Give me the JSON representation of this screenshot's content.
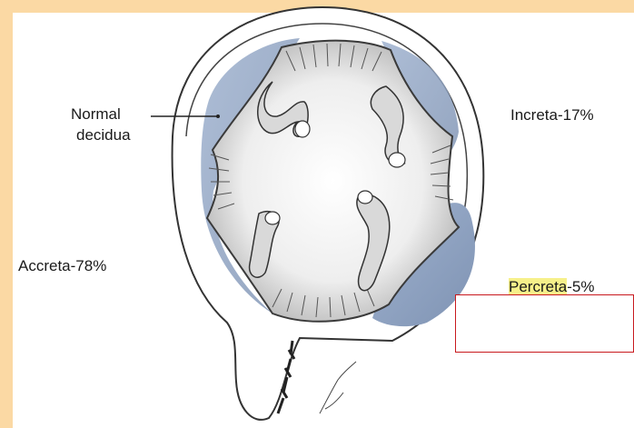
{
  "labels": {
    "normal_decidua_line1": "Normal",
    "normal_decidua_line2": "decidua",
    "increta": "Increta-17%",
    "accreta": "Accreta-78%",
    "percreta_word": "Percreta",
    "percreta_pct": "-5%"
  },
  "colors": {
    "frame": "#fbd9a4",
    "blue_invasion": "#8fa3c2",
    "highlight": "#f6f08a",
    "red_box": "#c8191e"
  }
}
